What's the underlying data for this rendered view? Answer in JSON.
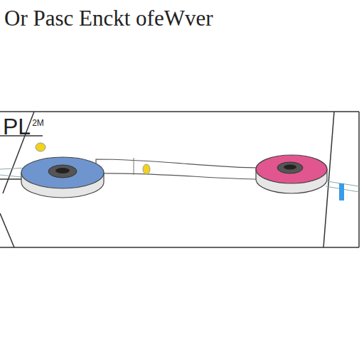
{
  "diagram": {
    "title": "Or Pasc Enckt ofeWver",
    "labels": [
      "PL",
      "2M"
    ]
  }
}
